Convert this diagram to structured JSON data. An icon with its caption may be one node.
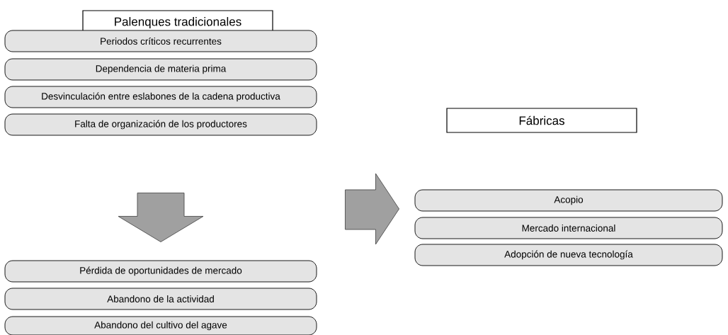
{
  "diagram": {
    "nodes": [
      {
        "text": [
          "Palenques tradicionales"
        ]
      },
      {
        "text": [
          "Periodos críticos recurrentes"
        ]
      },
      {
        "text": [
          "Dependencia de materia prima"
        ]
      },
      {
        "text": [
          "Desvinculación entre eslabones de la cadena productiva"
        ]
      },
      {
        "text": [
          "Falta de organización de los productores"
        ]
      },
      {
        "text": [
          "Pérdida de oportunidades de mercado"
        ]
      },
      {
        "text": [
          "Abandono de la actividad"
        ]
      },
      {
        "text": [
          "Abandono del cultivo del agave"
        ]
      },
      {
        "text": [
          "Fábricas"
        ]
      },
      {
        "text": [
          "Acopio"
        ]
      },
      {
        "text": [
          "Mercado internacional"
        ]
      },
      {
        "text": [
          "Adopción de nueva tecnología"
        ]
      }
    ],
    "edges": [
      {
        "from": 4,
        "to": 5,
        "arrow": "to"
      },
      {
        "from": 4,
        "to": 9,
        "arrow": "to"
      }
    ]
  }
}
